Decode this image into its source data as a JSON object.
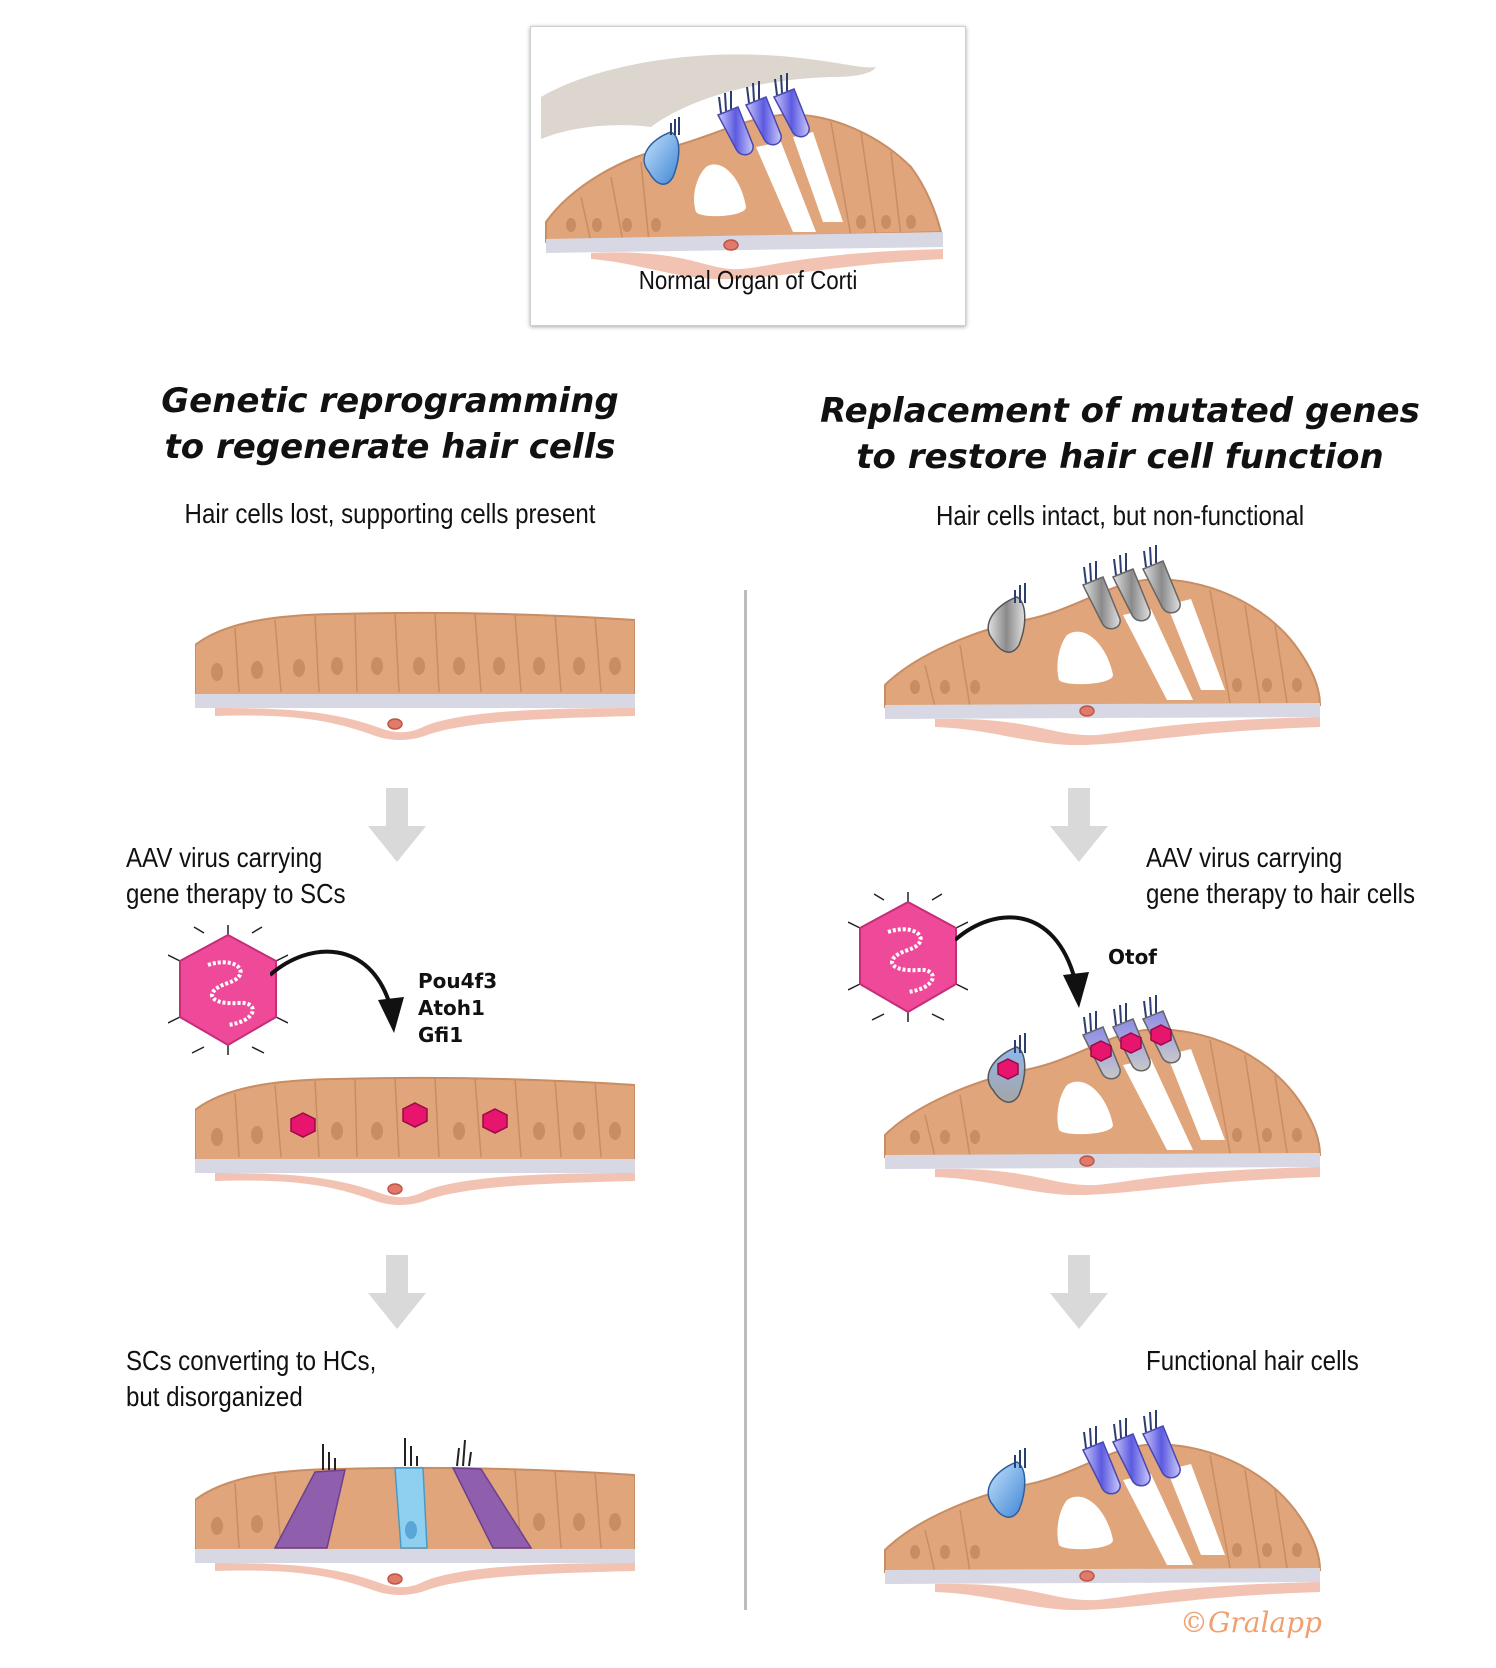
{
  "normal_label": "Normal Organ of Corti",
  "left": {
    "title_line1": "Genetic reprogramming",
    "title_line2": "to regenerate hair cells",
    "state1": "Hair cells lost, supporting cells present",
    "step1_line1": "AAV virus carrying",
    "step1_line2": "gene therapy to SCs",
    "genes": [
      "Pou4f3",
      "Atoh1",
      "Gfi1"
    ],
    "result_line1": "SCs converting to HCs,",
    "result_line2": "but disorganized"
  },
  "right": {
    "title_line1": "Replacement of mutated genes",
    "title_line2": "to restore hair cell function",
    "state1": "Hair cells intact, but non-functional",
    "step1_line1": "AAV virus carrying",
    "step1_line2": "gene therapy to hair cells",
    "gene": "Otof",
    "result": "Functional hair cells"
  },
  "credit": "©Gralapp",
  "colors": {
    "tissue": "#e0a57a",
    "tissue_dark": "#c98d63",
    "membrane": "#d8d8e4",
    "base": "#f2c3b3",
    "hair_cell_blue": "#7f7ee8",
    "inner_hair_cell": "#6fa8e0",
    "virus": "#ef4a9a",
    "gray_cell": "#9a9a9a",
    "converted_purple": "#8f5fae",
    "converted_blue": "#8fd0f0",
    "arrow_gray": "#d9d9d9"
  }
}
